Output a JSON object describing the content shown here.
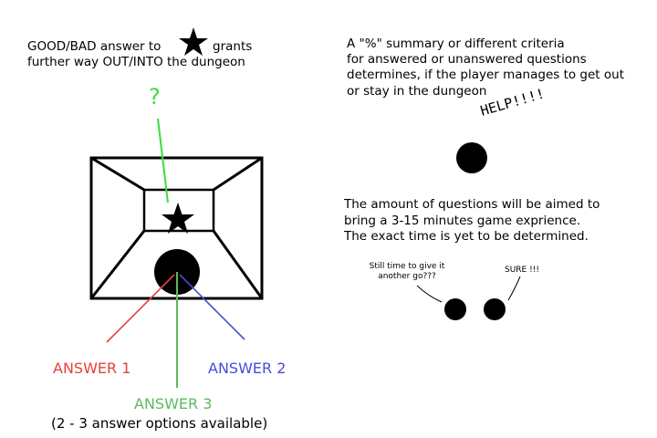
{
  "left_note": {
    "line1_before": "GOOD/BAD answer to",
    "star_icon": "star-icon",
    "line1_after": "grants",
    "line2": "further way OUT/INTO the dungeon"
  },
  "question_mark": "?",
  "answers": {
    "answer1": {
      "label": "ANSWER 1",
      "color": "#e8403a"
    },
    "answer2": {
      "label": "ANSWER 2",
      "color": "#4a4ad8"
    },
    "answer3": {
      "label": "ANSWER 3",
      "color": "#5fb85f"
    },
    "options_note": "(2 - 3 answer options available)"
  },
  "right_note": {
    "lines": [
      "A \"%\" summary or different criteria",
      "for answered or unanswered questions",
      "determines, if the player manages to get out",
      "or stay in the dungeon"
    ]
  },
  "help_bubble": "HELP!!!!",
  "time_note": {
    "lines": [
      "The amount of questions will be aimed to",
      "bring a 3-15 minutes game exprience.",
      "The exact time is yet to be determined."
    ]
  },
  "dialogue": {
    "left_speech": [
      "Still time to give it",
      "another go???"
    ],
    "right_speech": "SURE !!!"
  },
  "colors": {
    "pointer_line": "#3ddc3d",
    "question_mark": "#3ddc3d",
    "ink": "#000000"
  }
}
